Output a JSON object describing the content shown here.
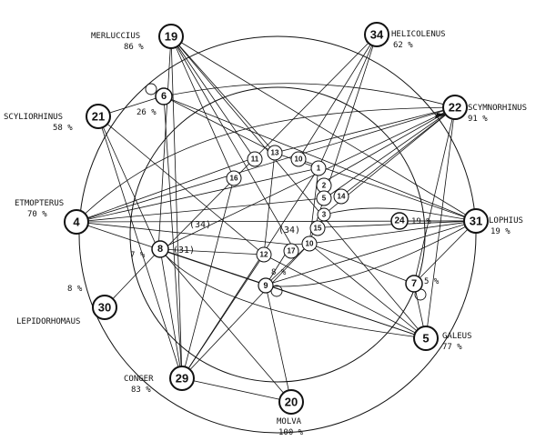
{
  "outer_nodes": {
    "merluccius": {
      "label": "MERLUCCIUS",
      "pct": "86 %",
      "num": "19"
    },
    "helicolenus": {
      "label": "HELICOLENUS",
      "pct": "62 %",
      "num": "34"
    },
    "scyliorhinus": {
      "label": "SCYLIORHINUS",
      "pct": "58 %",
      "num": "21"
    },
    "scymnorhinus": {
      "label": "SCYMNORHINUS",
      "pct": "91 %",
      "num": "22"
    },
    "etmopterus": {
      "label": "ETMOPTERUS",
      "pct": "70 %",
      "num": "4"
    },
    "lophius": {
      "label": "LOPHIUS",
      "pct": "19 %",
      "num": "31"
    },
    "lepidorhombus": {
      "label": "LEPIDORHOMAUS",
      "pct": "8 %",
      "num": "30"
    },
    "galeus": {
      "label": "GALEUS",
      "pct": "77 %",
      "num": "5"
    },
    "conger": {
      "label": "CONGER",
      "pct": "83 %",
      "num": "29"
    },
    "molva": {
      "label": "MOLVA",
      "pct": "100 %",
      "num": "20"
    }
  },
  "mid_nodes": {
    "n6": {
      "num": "6",
      "pct": "26 %"
    },
    "n8": {
      "num": "8",
      "pct": "7 %"
    },
    "n24": {
      "num": "24",
      "pct": "19 %"
    },
    "n7": {
      "num": "7",
      "pct": "5 %"
    },
    "n9": {
      "num": "9",
      "pct": "8 %"
    }
  },
  "inner_nodes": [
    "13",
    "10",
    "11",
    "1",
    "16",
    "2",
    "5",
    "14",
    "3",
    "15",
    "12",
    "17",
    "10"
  ],
  "parens": [
    "(34)",
    "(31)",
    "(34)"
  ]
}
